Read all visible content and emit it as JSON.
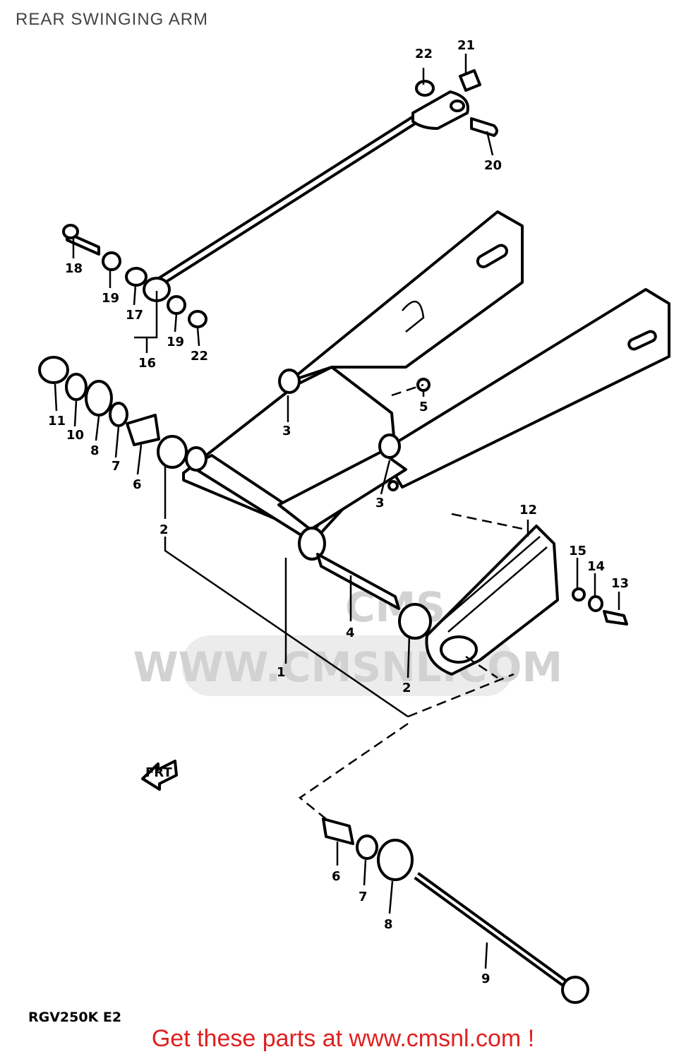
{
  "header": {
    "title": "REAR SWINGING ARM"
  },
  "model_code": "RGV250K E2",
  "watermark": {
    "text": "WWW.CMSNL.COM",
    "logo": "CMS"
  },
  "front_arrow": {
    "label": "FRT"
  },
  "footer": {
    "promo": "Get these parts at www.cmsnl.com !"
  },
  "callouts": [
    "1",
    "2",
    "2",
    "3",
    "3",
    "4",
    "5",
    "6",
    "6",
    "7",
    "7",
    "8",
    "8",
    "9",
    "10",
    "11",
    "12",
    "13",
    "14",
    "15",
    "16",
    "17",
    "18",
    "19",
    "19",
    "20",
    "21",
    "22",
    "22"
  ]
}
